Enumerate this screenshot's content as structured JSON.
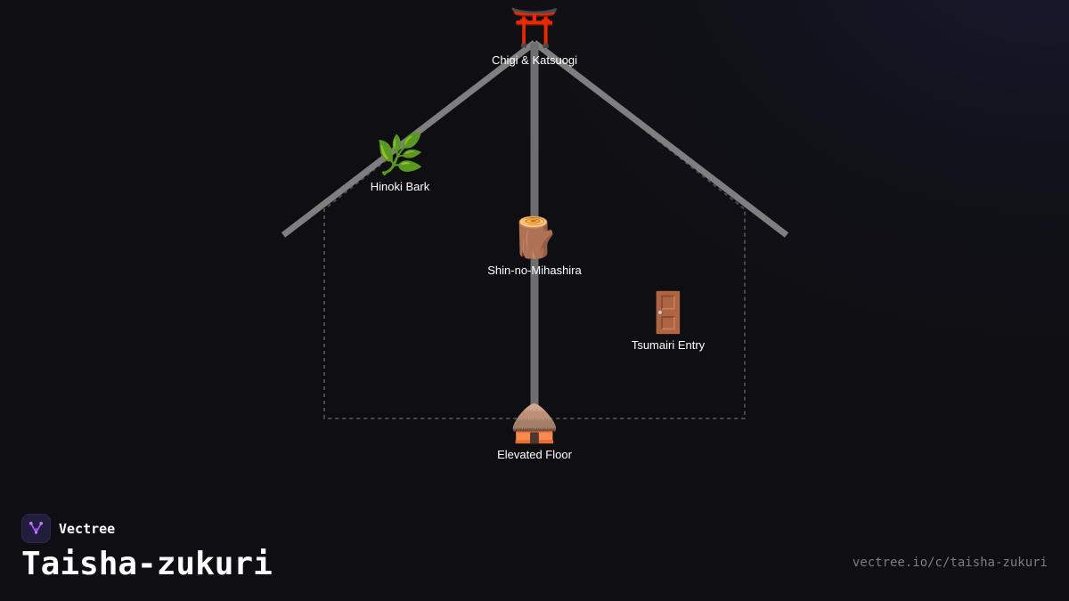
{
  "diagram": {
    "nodes": [
      {
        "id": "chigi",
        "label": "Chigi & Katsuogi",
        "icon": "torii-gate-icon",
        "glyph": "⛩️"
      },
      {
        "id": "hinoki",
        "label": "Hinoki Bark",
        "icon": "herb-icon",
        "glyph": "🌿"
      },
      {
        "id": "mihashira",
        "label": "Shin-no-Mihashira",
        "icon": "wood-log-icon",
        "glyph": "🪵"
      },
      {
        "id": "tsumairi",
        "label": "Tsumairi Entry",
        "icon": "door-icon",
        "glyph": "🚪"
      },
      {
        "id": "floor",
        "label": "Elevated Floor",
        "icon": "hut-icon",
        "glyph": "🛖"
      }
    ]
  },
  "brand": {
    "name": "Vectree",
    "logo_color": "#a855f7"
  },
  "title": "Taisha-zukuri",
  "url": "vectree.io/c/taisha-zukuri",
  "colors": {
    "background": "#0f0f13",
    "roof_line": "#808080",
    "outline_dashed": "#4a4a4a"
  }
}
